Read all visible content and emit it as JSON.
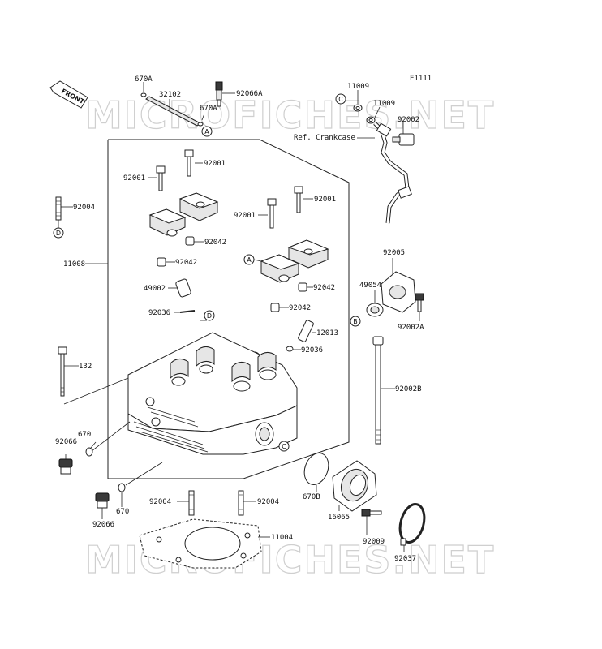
{
  "diagram_code": "E1111",
  "front_label": "FRONT",
  "watermark": "MICROFICHES.NET",
  "ref_label": "Ref. Crankcase",
  "callouts": {
    "A": "A",
    "B": "B",
    "C": "C",
    "D": "D"
  },
  "parts": {
    "p670A_top": "670A",
    "p32102": "32102",
    "p670A_mid": "670A",
    "p92066A": "92066A",
    "p11009_a": "11009",
    "p11009_b": "11009",
    "p92002": "92002",
    "p92001_a": "92001",
    "p92001_b": "92001",
    "p92001_c": "92001",
    "p92001_d": "92001",
    "p92004_left": "92004",
    "p11008": "11008",
    "p92042_a": "92042",
    "p92042_b": "92042",
    "p92042_c": "92042",
    "p92042_d": "92042",
    "p49002": "49002",
    "p92036_a": "92036",
    "p92036_b": "92036",
    "p12013": "12013",
    "p92005": "92005",
    "p49054": "49054",
    "p92002A": "92002A",
    "p132": "132",
    "p92002B": "92002B",
    "p670_a": "670",
    "p92066_a": "92066",
    "p670_b": "670",
    "p92066_b": "92066",
    "p92004_mid_a": "92004",
    "p92004_mid_b": "92004",
    "p670B": "670B",
    "p16065": "16065",
    "p92009": "92009",
    "p92037": "92037",
    "p11004": "11004"
  }
}
